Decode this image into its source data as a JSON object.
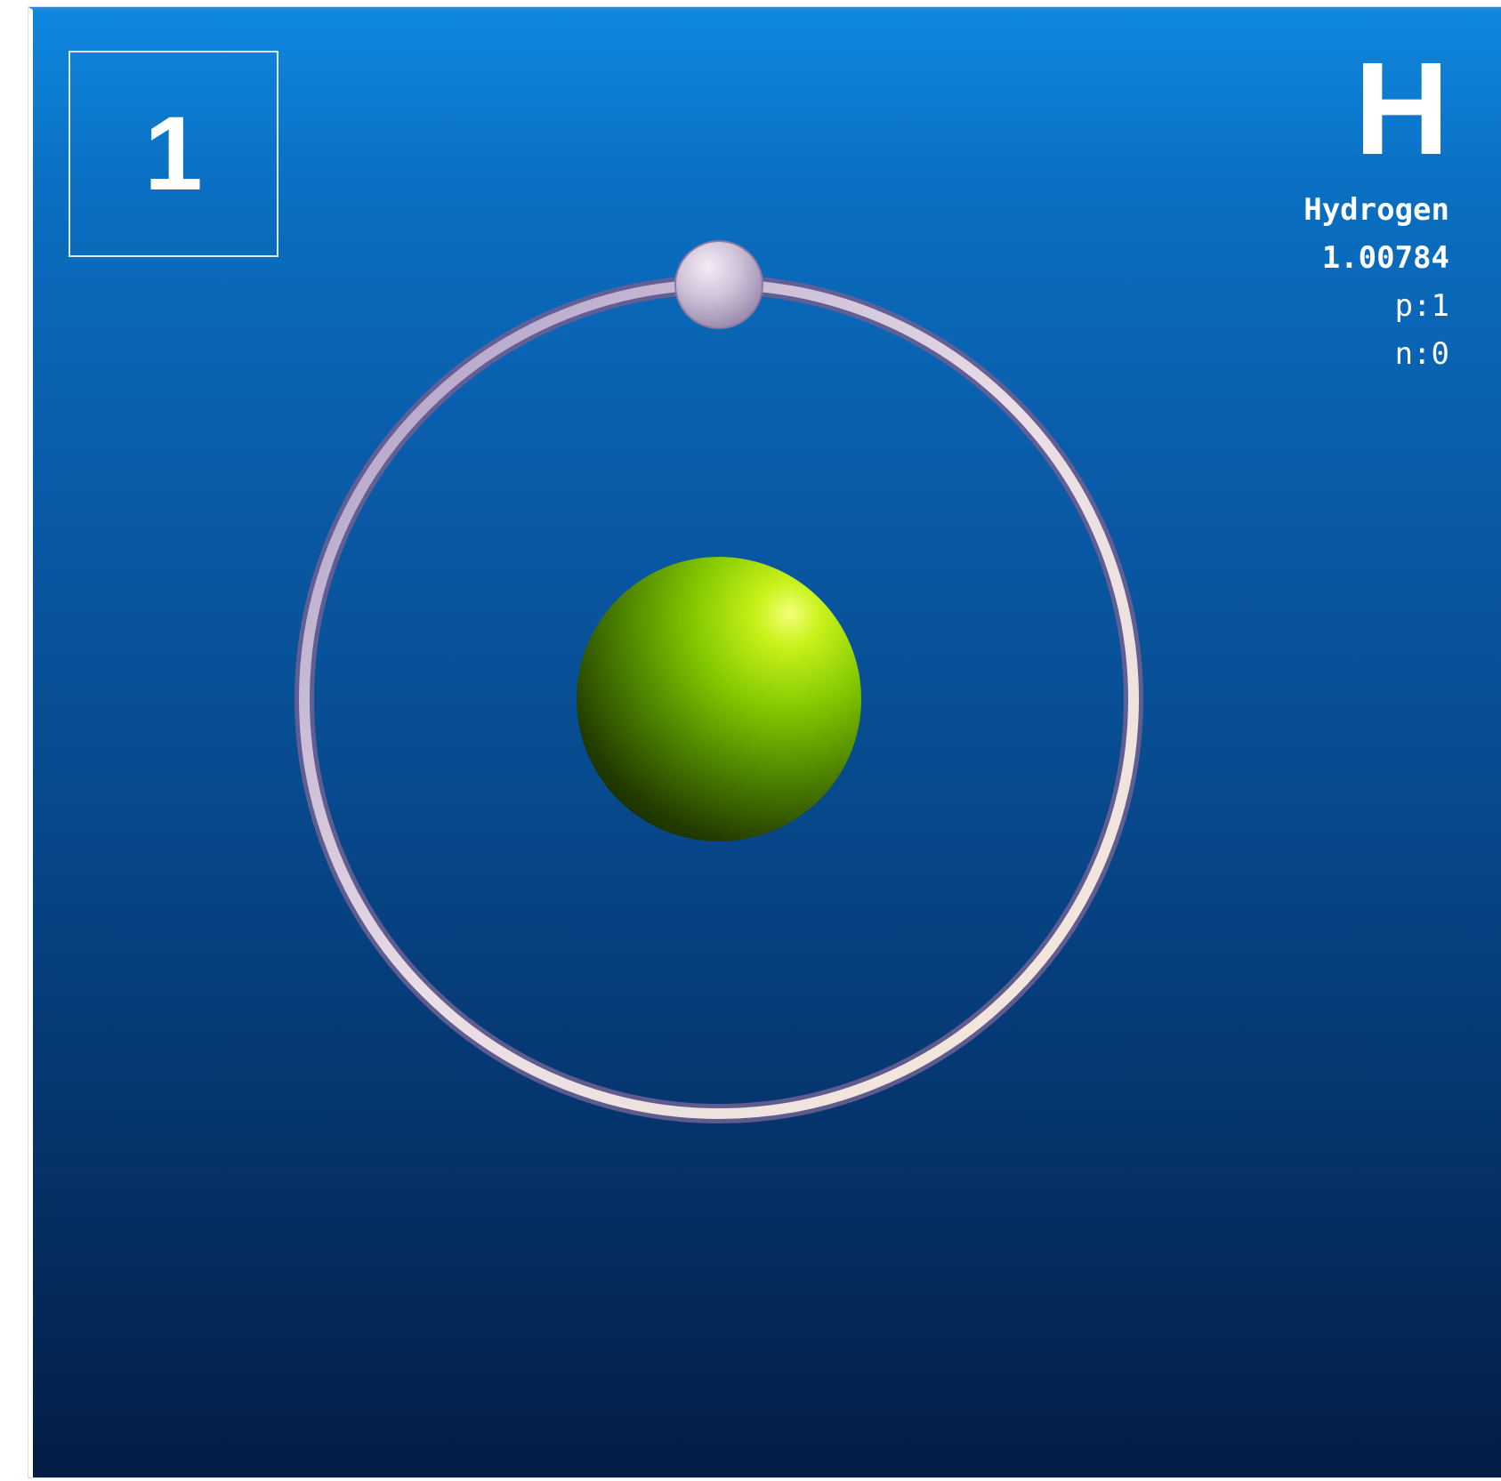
{
  "element": {
    "atomic_number": "1",
    "symbol": "H",
    "name": "Hydrogen",
    "atomic_mass": "1.00784",
    "protons_label": "p:1",
    "neutrons_label": "n:0"
  },
  "model": {
    "electron_shells": 1,
    "electrons": 1,
    "nucleus_color": "#8fdc00",
    "electron_color": "#cfc3dc",
    "orbit_color": "#e6dcea",
    "background_top": "#0f88df",
    "background_bottom": "#031d45"
  }
}
